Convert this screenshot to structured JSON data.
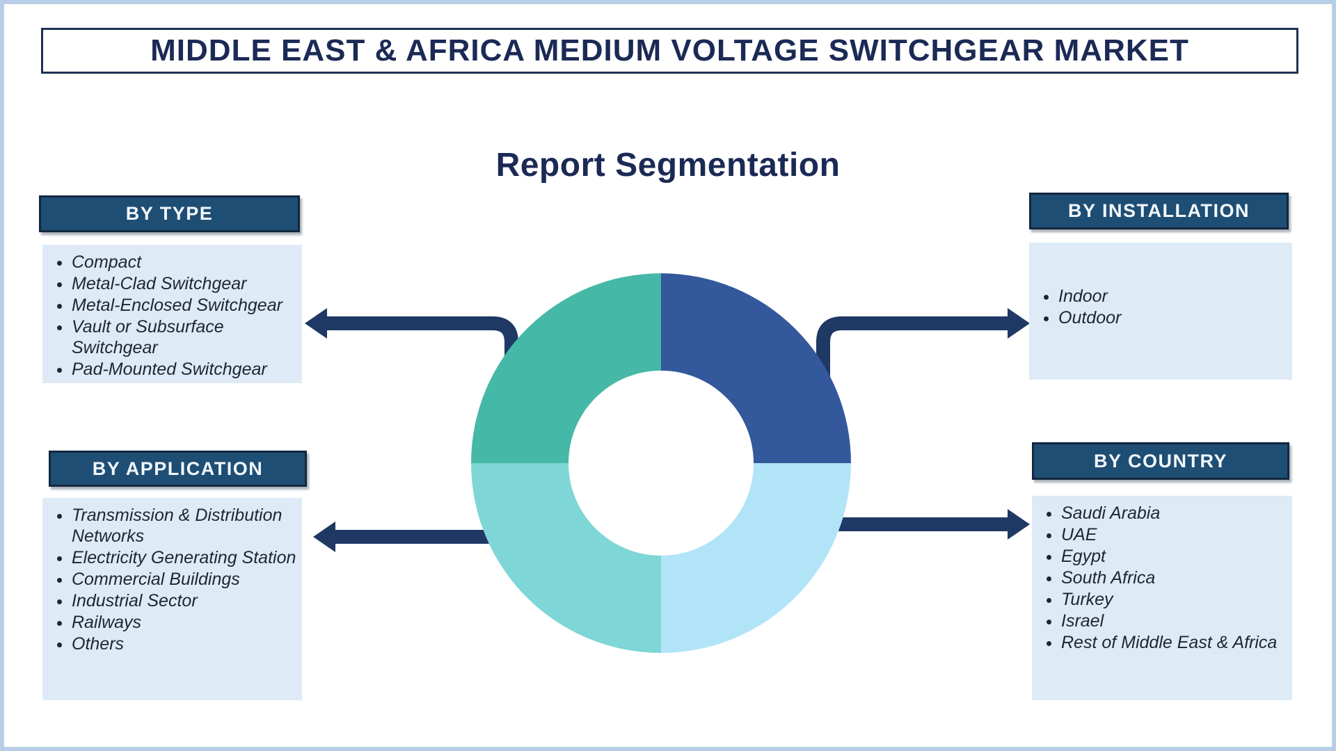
{
  "page": {
    "title": "MIDDLE EAST & AFRICA MEDIUM VOLTAGE SWITCHGEAR MARKET",
    "subtitle": "Report Segmentation"
  },
  "colors": {
    "frame": "#b8cee6",
    "navy_text": "#1b2a55",
    "title_border": "#1f3050",
    "header_bg": "#1f4e74",
    "header_border": "#13283e",
    "header_text": "#f2f7fc",
    "list_bg": "#deeaf6",
    "list_text": "#1d2733",
    "arrow": "#1f3864",
    "seg_top_left": "#45b8a7",
    "seg_top_right": "#33589b",
    "seg_bottom_right": "#b2e4f8",
    "seg_bottom_left": "#7fd6d6"
  },
  "sections": {
    "type": {
      "label": "BY TYPE",
      "items": [
        "Compact",
        "Metal-Clad Switchgear",
        "Metal-Enclosed Switchgear",
        "Vault or Subsurface Switchgear",
        "Pad-Mounted Switchgear"
      ]
    },
    "installation": {
      "label": "BY INSTALLATION",
      "items": [
        "Indoor",
        "Outdoor"
      ]
    },
    "application": {
      "label": "BY APPLICATION",
      "items": [
        "Transmission & Distribution Networks",
        "Electricity Generating Station",
        "Commercial Buildings",
        "Industrial Sector",
        "Railways",
        "Others"
      ]
    },
    "country": {
      "label": "BY COUNTRY",
      "items": [
        "Saudi Arabia",
        "UAE",
        "Egypt",
        "South Africa",
        "Turkey",
        "Israel",
        "Rest of Middle East & Africa"
      ]
    }
  },
  "donut": {
    "type": "donut",
    "segments": [
      {
        "position": "top-left",
        "share": 25,
        "color": "#45b8a7"
      },
      {
        "position": "top-right",
        "share": 25,
        "color": "#33589b"
      },
      {
        "position": "bottom-right",
        "share": 25,
        "color": "#b2e4f8"
      },
      {
        "position": "bottom-left",
        "share": 25,
        "color": "#7fd6d6"
      }
    ]
  }
}
